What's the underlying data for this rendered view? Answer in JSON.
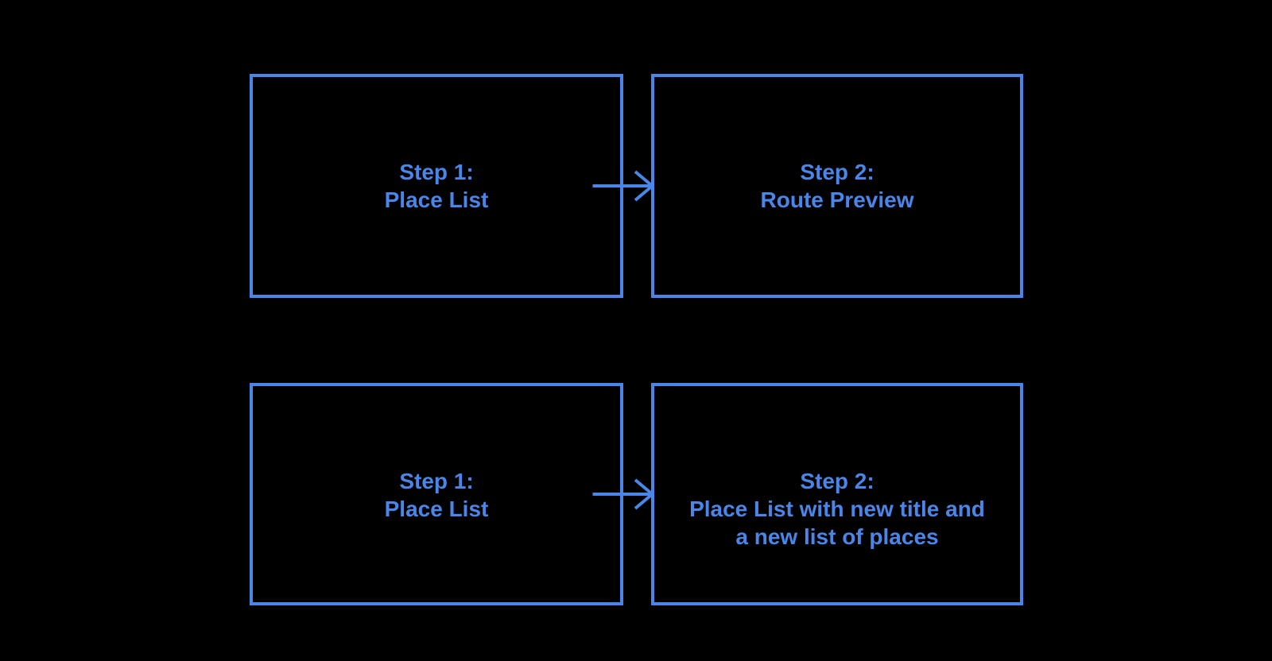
{
  "canvas": {
    "background_color": "#000000",
    "accent_color": "#4a86e8"
  },
  "diagram": {
    "boxes": [
      {
        "id": "flow-box-step1-top",
        "lines": [
          "Step 1:",
          "Place List"
        ]
      },
      {
        "id": "flow-box-step2-top",
        "lines": [
          "Step 2:",
          "Route Preview"
        ]
      },
      {
        "id": "flow-box-step1-bottom",
        "lines": [
          "Step 1:",
          "Place List"
        ]
      },
      {
        "id": "flow-box-step2-bottom",
        "lines": [
          "Step 2:",
          "Place List with new title and",
          "a new list of places"
        ]
      }
    ],
    "arrows": [
      {
        "id": "flow-arrow-top",
        "from": "flow-box-step1-top",
        "to": "flow-box-step2-top"
      },
      {
        "id": "flow-arrow-bottom",
        "from": "flow-box-step1-bottom",
        "to": "flow-box-step2-bottom"
      }
    ]
  }
}
